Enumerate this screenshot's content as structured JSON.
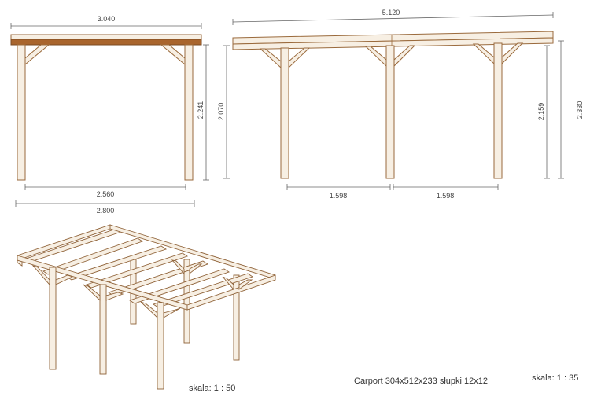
{
  "dimensions": {
    "front_total_width": "3.040",
    "front_post_height": "2.241",
    "front_inner_width": "2.560",
    "front_outer_width": "2.800",
    "side_total_length": "5.120",
    "side_left_height": "2.070",
    "side_right_inner_height": "2.159",
    "side_right_total_height": "2.330",
    "side_span_1": "1.598",
    "side_span_2": "1.598"
  },
  "caption": "Carport 304x512x233 słupki 12x12",
  "scale_left": "skala:  1 : 50",
  "scale_right": "skala:  1 : 35",
  "colors": {
    "wood_light": "#f7efe3",
    "wood_dark": "#a9652d",
    "outline": "#9a6a3c"
  }
}
